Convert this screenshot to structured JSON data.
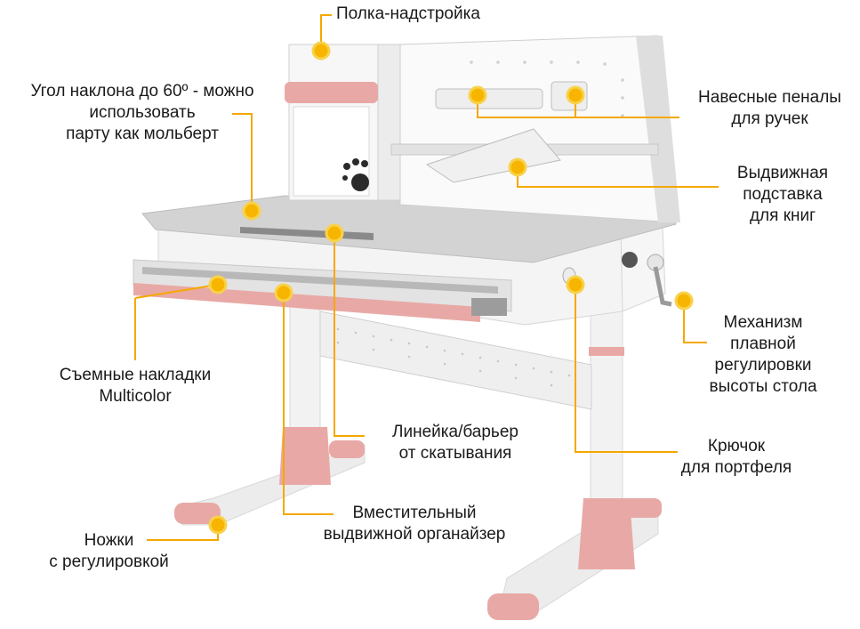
{
  "colors": {
    "accent": "#f5a800",
    "marker": "#f7b500",
    "pink": "#e8a9a6",
    "frame": "#dcdcdc",
    "desk": "#cfcfcf"
  },
  "callouts": [
    {
      "id": "shelf",
      "lines": [
        "Полка-надстройка"
      ]
    },
    {
      "id": "tilt",
      "lines": [
        "Угол наклона до 60º - можно",
        "использовать",
        "парту как мольберт"
      ]
    },
    {
      "id": "pencil",
      "lines": [
        "Навесные пеналы",
        "для ручек"
      ]
    },
    {
      "id": "bookstand",
      "lines": [
        "Выдвижная",
        "подставка",
        "для книг"
      ]
    },
    {
      "id": "mechanism",
      "lines": [
        "Механизм",
        "плавной",
        "регулировки",
        "высоты стола"
      ]
    },
    {
      "id": "covers",
      "lines": [
        "Съемные накладки",
        "Multicolor"
      ]
    },
    {
      "id": "ruler",
      "lines": [
        "Линейка/барьер",
        "от скатывания"
      ]
    },
    {
      "id": "hook",
      "lines": [
        "Крючок",
        "для портфеля"
      ]
    },
    {
      "id": "organizer",
      "lines": [
        "Вместительный",
        "выдвижной органайзер"
      ]
    },
    {
      "id": "legs",
      "lines": [
        "Ножки",
        "с регулировкой"
      ]
    }
  ]
}
